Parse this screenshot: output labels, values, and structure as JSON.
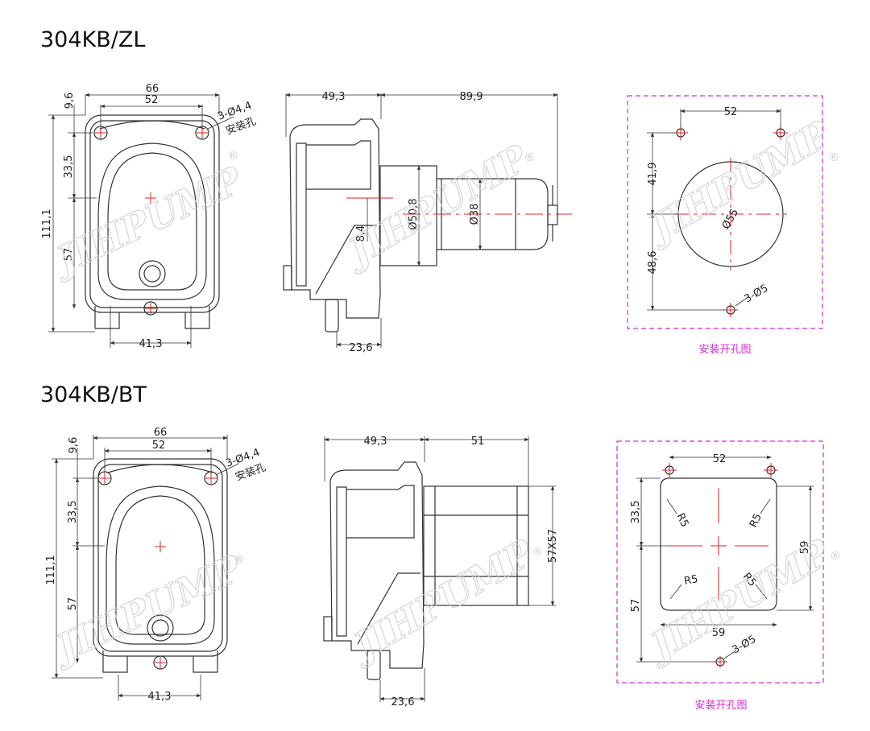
{
  "sections": [
    {
      "title": "304KB/ZL",
      "front": {
        "width": "66",
        "holeSpacing": "52",
        "topOffset": "9,6",
        "height": "111,1",
        "upper": "33,5",
        "lower": "57",
        "bottomSpacing": "41,3",
        "holeNote": "3-Ø4,4",
        "holeNoteCn": "安装孔"
      },
      "side": {
        "pumpDepth": "49,3",
        "motorLen": "89,9",
        "motorD": "Ø50,8",
        "motorD2": "Ø38",
        "offset": "8,4",
        "port": "23,6"
      },
      "mount": {
        "spacing": "52",
        "up": "41,9",
        "down": "48,6",
        "bore": "Ø55",
        "holes": "3-Ø5",
        "caption": "安装开孔图"
      }
    },
    {
      "title": "304KB/BT",
      "front": {
        "width": "66",
        "holeSpacing": "52",
        "topOffset": "9,6",
        "height": "111,1",
        "upper": "33,5",
        "lower": "57",
        "bottomSpacing": "41,3",
        "holeNote": "3-Ø4,4",
        "holeNoteCn": "安装孔"
      },
      "side": {
        "pumpDepth": "49,3",
        "motorLen": "51",
        "motorSize": "57X57",
        "port": "23,6"
      },
      "mount": {
        "spacing": "52",
        "upper": "33,5",
        "lower": "57",
        "height": "59",
        "width": "59",
        "r1": "R5",
        "r2": "R5",
        "r3": "R5",
        "r4": "R5",
        "holes": "3-Ø5",
        "caption": "安装开孔图"
      }
    }
  ],
  "watermark": {
    "text": "JIHPUMP",
    "mark": "®"
  },
  "colors": {
    "line": "#333333",
    "center": "#e02020",
    "mount": "#d32bd3",
    "watermark": "#cfcfcf"
  }
}
